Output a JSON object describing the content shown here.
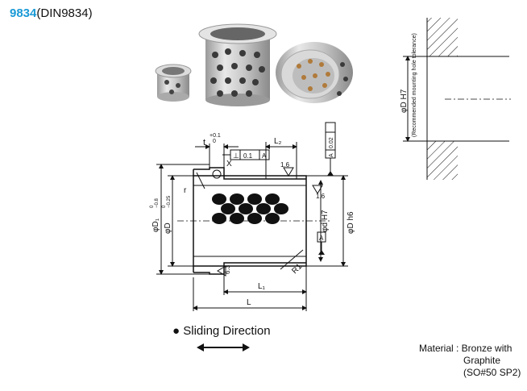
{
  "title": {
    "code": "9834",
    "standard": "(DIN9834)"
  },
  "material": {
    "label": "Material : Bronze with",
    "line2": "Graphite",
    "line3": "(SO#50 SP2)"
  },
  "sliding": {
    "label": "● Sliding Direction"
  },
  "dims": {
    "t": "t",
    "t_tol_upper": "+0.1",
    "t_tol_lower": "0",
    "perp_sym": "⊥",
    "perp_val": "0.1",
    "perp_ref": "A",
    "x": "X",
    "l2": "L₂",
    "surf1": "1.6",
    "surf2": "1.6",
    "r": "r",
    "r1": "R1",
    "d1": "φD₁",
    "d1_tol_upper": "0",
    "d1_tol_lower": "−0.8",
    "d_small": "φD",
    "d_small_tol_upper": "0",
    "d_small_tol_lower": "−0.25",
    "dh7_in": "φd H7",
    "dh6": "φD h6",
    "datum": "A",
    "conc_val": "0.02",
    "conc_ref": "A",
    "surf3": "6.3",
    "l1": "L₁",
    "l": "L",
    "mount_dh7": "φD H7",
    "mount_note": "(Recommended mounting hole tolerance)"
  },
  "footer": {
    "text": "▬ Sl..."
  }
}
